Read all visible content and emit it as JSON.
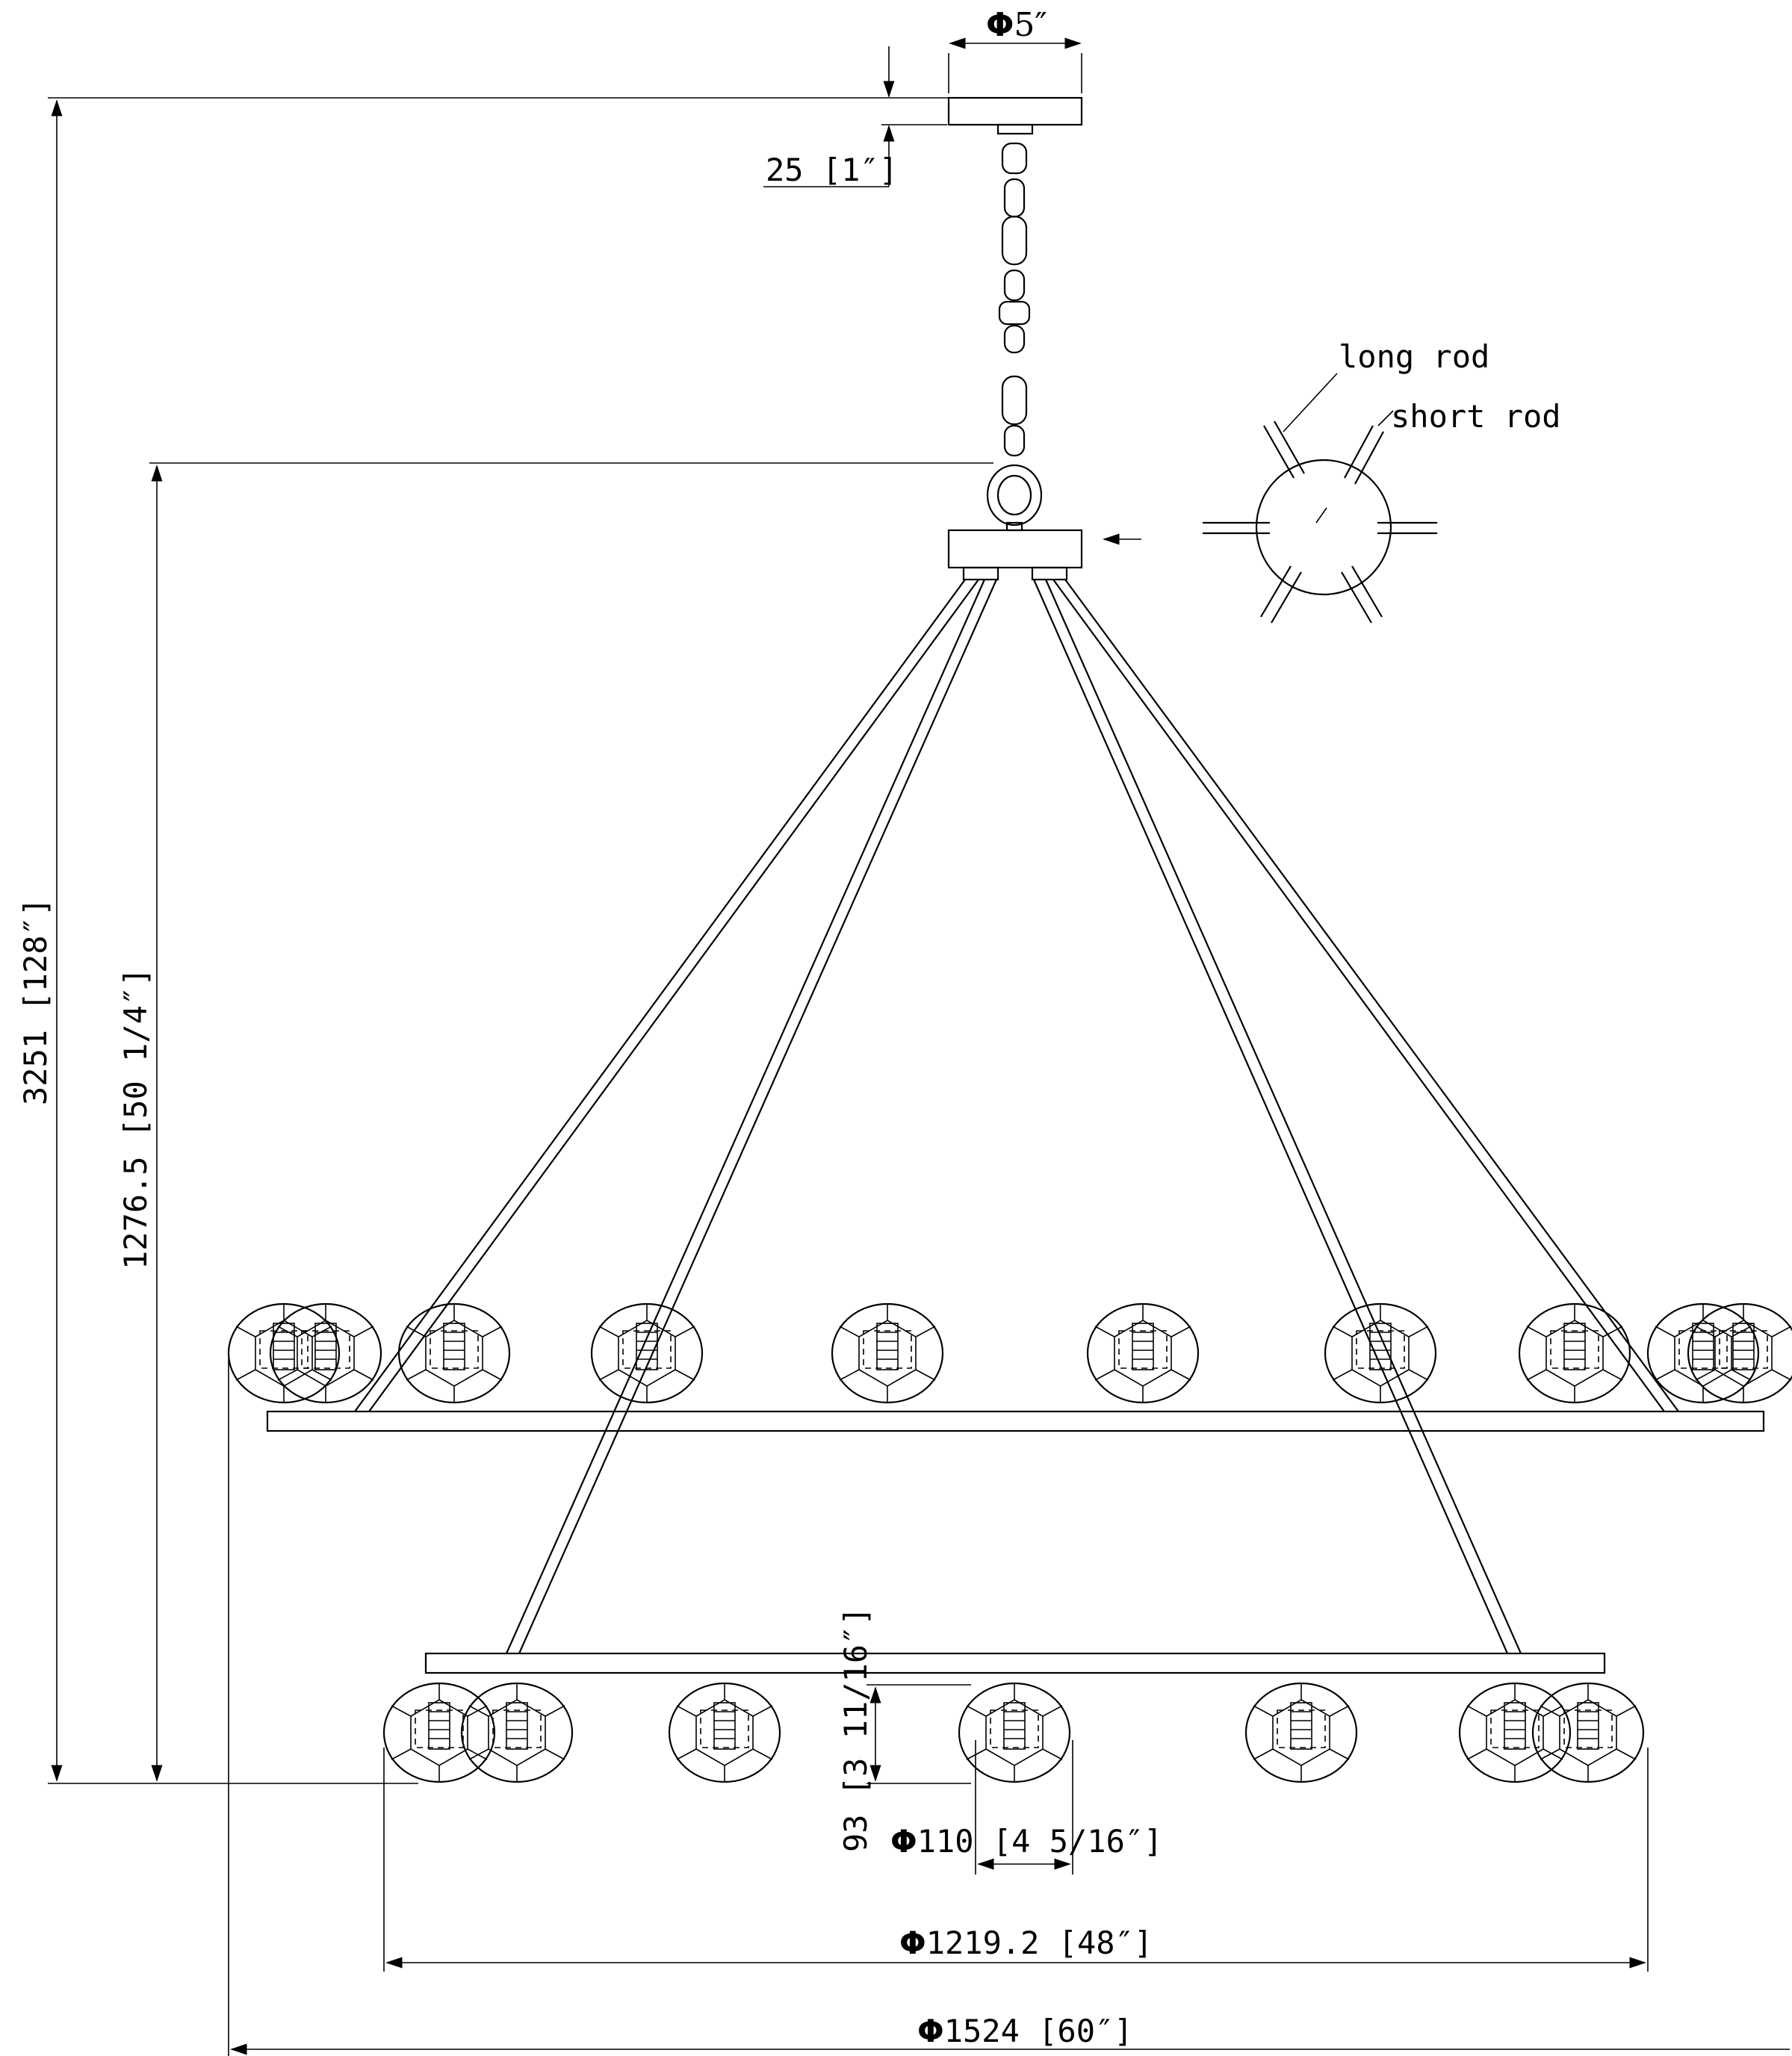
{
  "dimensions": {
    "canopy_diameter": "5″",
    "canopy_height": "25 [1″]",
    "overall_height": "3251 [128″]",
    "fixture_height": "1276.5 [50 1/4″]",
    "shade_height": "93 [3 11/16″]",
    "shade_diameter": "110 [4 5/16″]",
    "lower_ring_diameter": "1219.2 [48″]",
    "upper_ring_diameter": "1524 [60″]",
    "phi_symbol": "Φ"
  },
  "callouts": {
    "long_rod": "long rod",
    "short_rod": "short rod"
  }
}
